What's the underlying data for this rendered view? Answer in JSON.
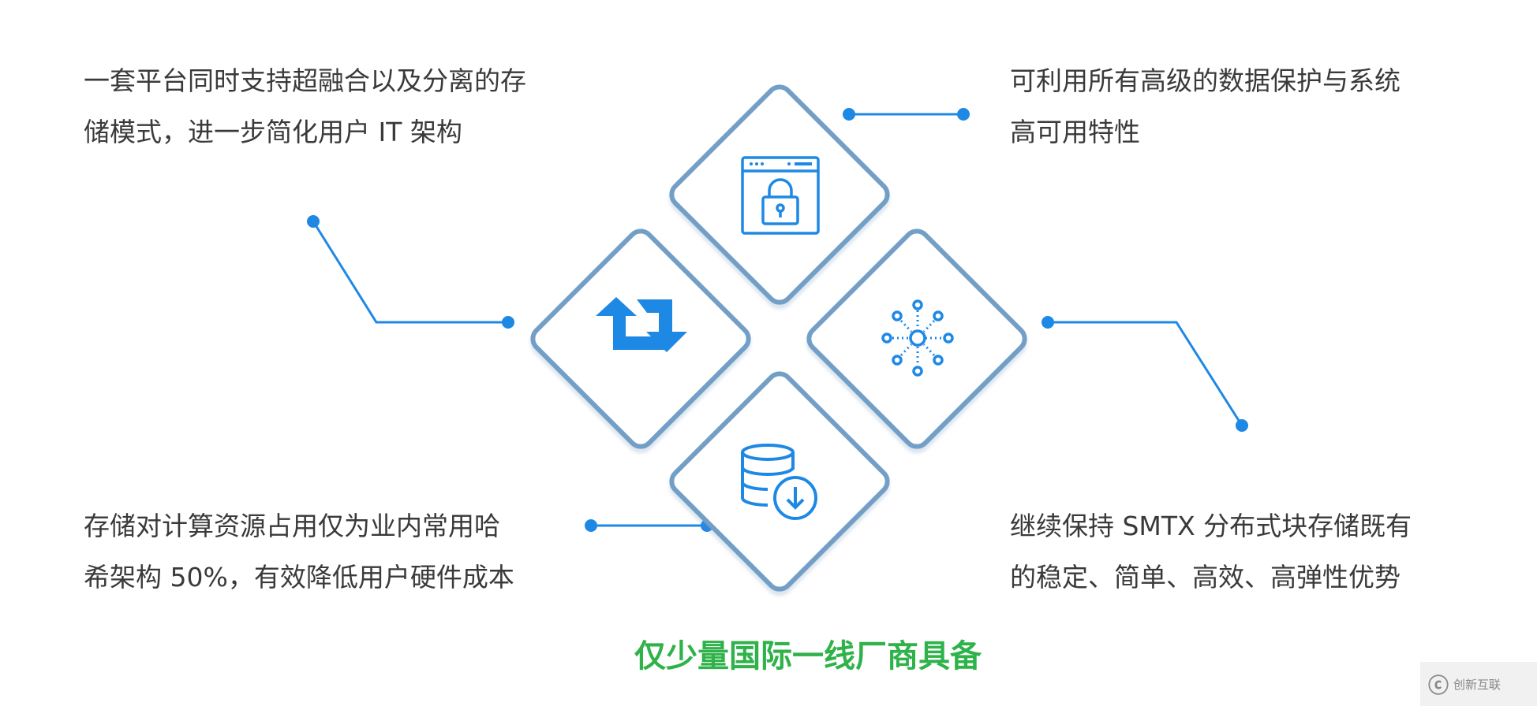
{
  "features": {
    "top_left": [
      "一套平台同时支持超融合以及分离的存",
      "储模式，进一步简化用户 IT 架构"
    ],
    "top_right": [
      "可利用所有高级的数据保护与系统",
      "高可用特性"
    ],
    "bottom_left": [
      "存储对计算资源占用仅为业内常用哈",
      "希架构 50%，有效降低用户硬件成本"
    ],
    "bottom_right": [
      "继续保持 SMTX 分布式块存储既有",
      "的稳定、简单、高效、高弹性优势"
    ]
  },
  "title": "仅少量国际一线厂商具备",
  "watermark": "创新互联",
  "colors": {
    "accent": "#1e88e5",
    "diamond_border": "#739fc7",
    "title": "#2fb24a",
    "text": "#3a3a3a"
  }
}
